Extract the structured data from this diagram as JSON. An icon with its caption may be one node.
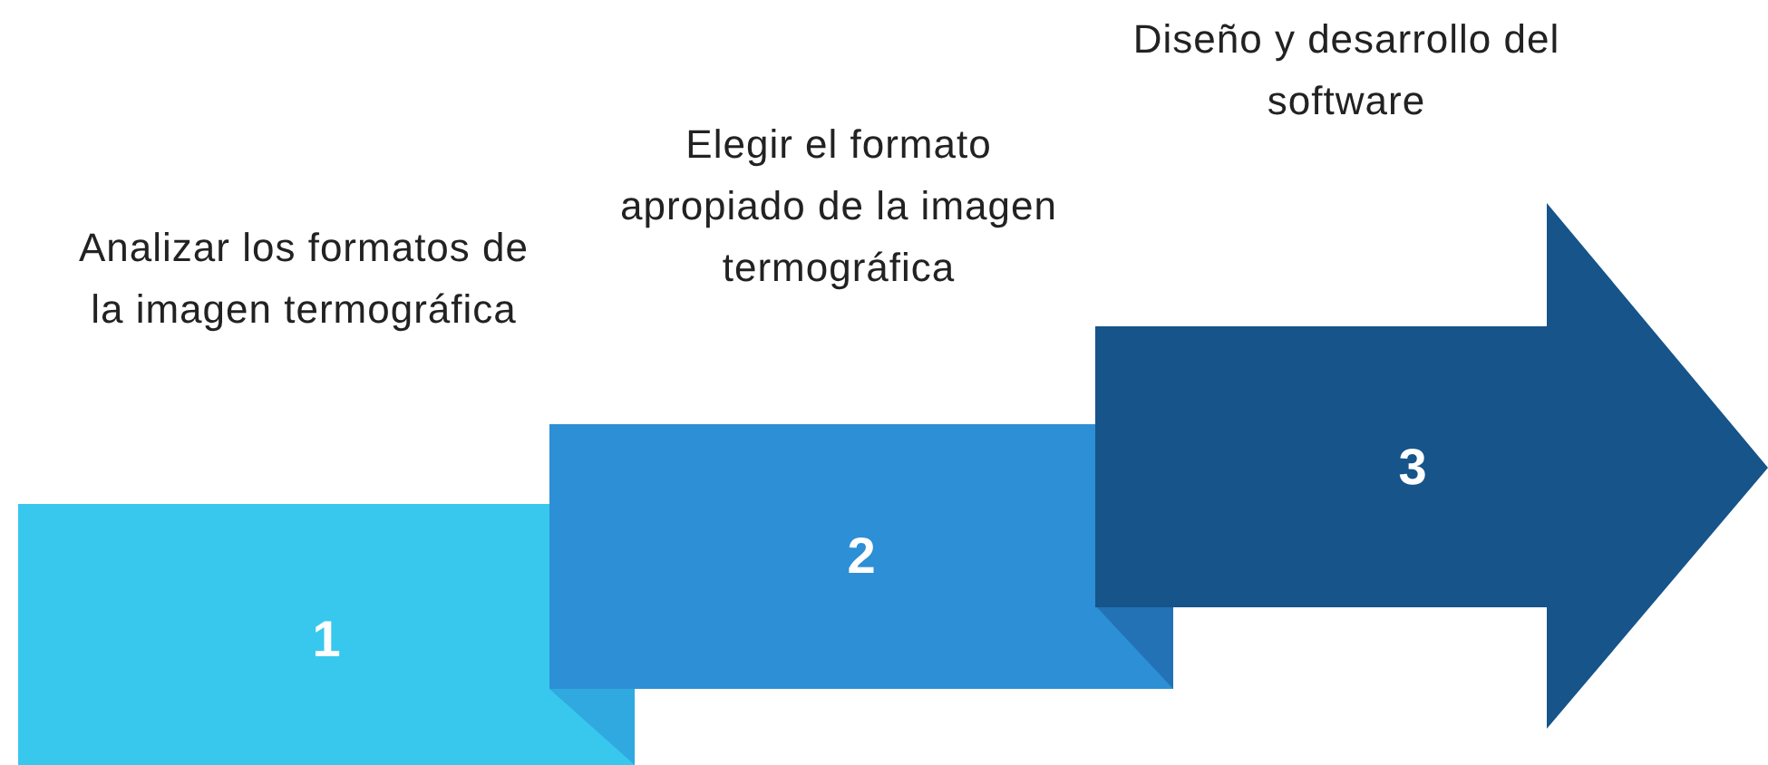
{
  "diagram": {
    "nodes": [
      {
        "text": [
          "1"
        ]
      },
      {
        "text": [
          "2"
        ]
      },
      {
        "text": [
          "3"
        ]
      }
    ],
    "labels": [
      "Analizar los formatos de la imagen termográfica",
      "Elegir el formato apropiado de la imagen termográfica",
      "Diseño y desarrollo del software"
    ]
  }
}
